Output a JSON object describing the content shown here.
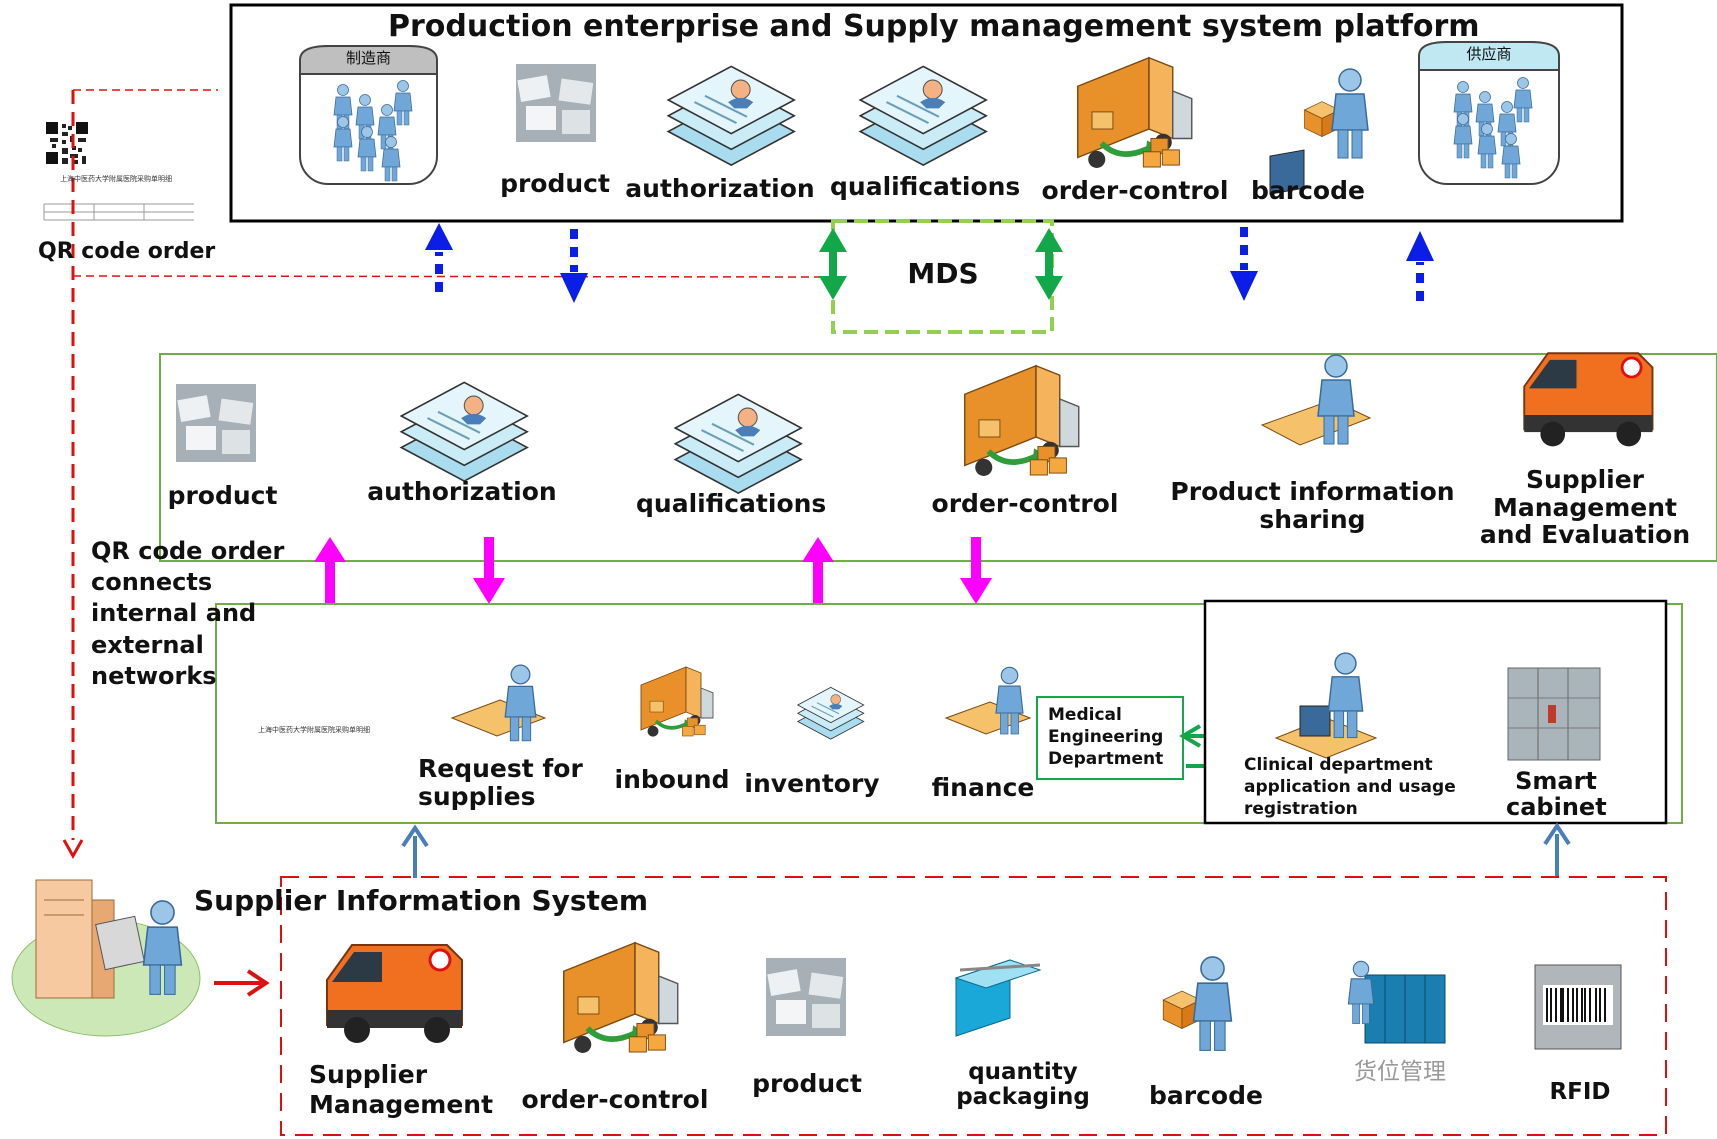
{
  "colors": {
    "platform_border": "#000000",
    "hospital_border": "#70ad47",
    "mds_border": "#92d050",
    "supplier_border": "#e01010",
    "blue_arrow": "#0a1ee8",
    "green_arrow": "#12a84a",
    "magenta_arrow": "#ff00ff",
    "steel_arrow": "#4a7ebb",
    "truck_orange": "#e8902a",
    "doc_blue": "#bfe6f4",
    "person_blue": "#6fa8d8"
  },
  "platform": {
    "title": "Production enterprise and Supply management system platform",
    "manufacturer_tag": "制造商",
    "supplier_tag": "供应商",
    "items": [
      "product",
      "authorization",
      "qualifications",
      "order-control",
      "barcode"
    ]
  },
  "qr_order": {
    "label": "QR code order",
    "slip_title": "上海中医药大学附属医院采购单明细"
  },
  "mds": {
    "label": "MDS"
  },
  "hospital": {
    "items": [
      "product",
      "authorization",
      "qualifications",
      "order-control",
      "Product information sharing",
      "Supplier Management and Evaluation"
    ],
    "connect_label": "QR code order connects internal and external networks"
  },
  "internal": {
    "slip_title": "上海中医药大学附属医院采购单明细",
    "items": [
      "Request for supplies",
      "inbound",
      "inventory",
      "finance"
    ],
    "medical_engineering": "Medical Engineering Department"
  },
  "clinical": {
    "application": "Clinical department application and usage registration",
    "smart_cabinet": "Smart cabinet"
  },
  "supplier_system": {
    "title": "Supplier Information System",
    "items": [
      "Supplier Management",
      "order-control",
      "product",
      "quantity packaging",
      "barcode",
      "货位管理",
      "RFID"
    ]
  }
}
